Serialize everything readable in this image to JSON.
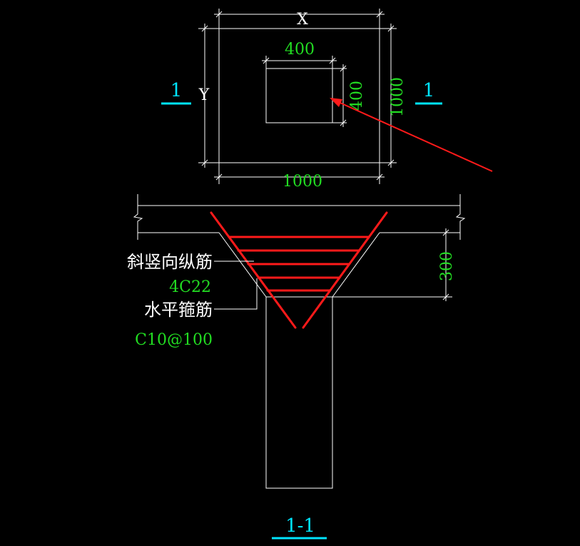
{
  "plan": {
    "dim_x_label": "X",
    "dim_y_label": "Y",
    "dim_hole_width": "400",
    "dim_hole_height": "400",
    "dim_bottom": "1000",
    "dim_right": "1000",
    "section_mark_left": "1",
    "section_mark_right": "1"
  },
  "section": {
    "dim_depth": "300",
    "annotation_inclined_bars": "斜竖向纵筋",
    "annotation_inclined_spec": "4C22",
    "annotation_stirrups": "水平箍筋",
    "annotation_stirrups_spec": "C10@100",
    "title": "1-1"
  },
  "colors": {
    "background": "#000000",
    "outline": "#ffffff",
    "rebar": "#ff1a1a",
    "dimension_text": "#22dd22",
    "section_mark": "#00e5ff"
  }
}
